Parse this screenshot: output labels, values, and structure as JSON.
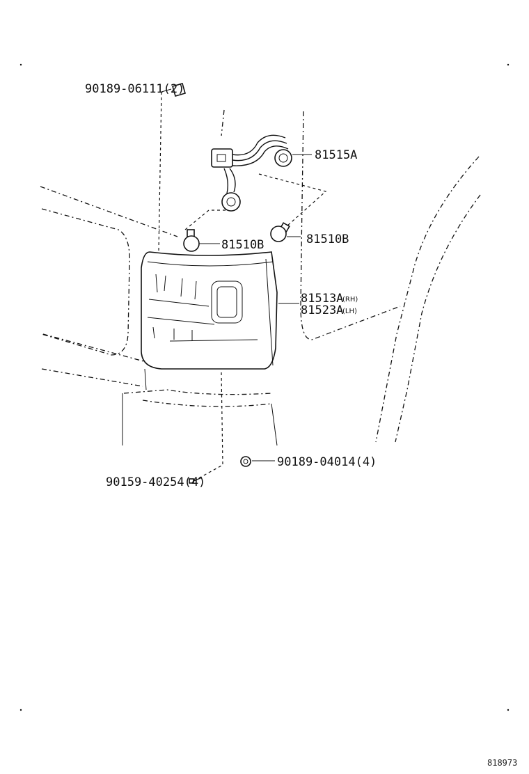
{
  "callouts": {
    "clip_top": "90189-06111(2)",
    "socket_wire": "81515A",
    "bulb_left": "81510B",
    "bulb_right": "81510B",
    "lens_rh": "81513A",
    "lens_rh_side": "(RH)",
    "lens_lh": "81523A",
    "lens_lh_side": "(LH)",
    "nut": "90189-04014(4)",
    "screw": "90159-40254(4)"
  },
  "diagram_id": "818973"
}
